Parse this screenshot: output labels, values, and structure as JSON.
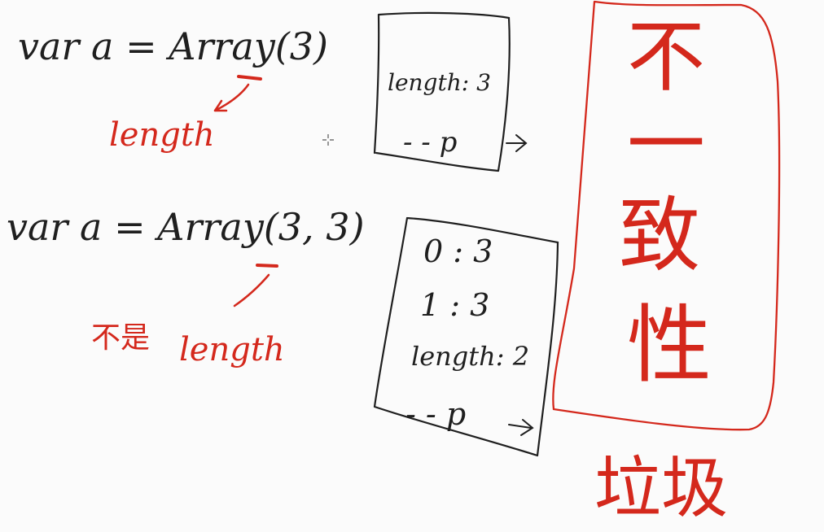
{
  "line1": {
    "code": "var a = Array(3)",
    "note": "length"
  },
  "line2": {
    "code": "var a = Array(3, 3)",
    "note_cjk": "不是",
    "note": "length"
  },
  "box1": {
    "length_row": "length: 3",
    "proto_row": "- - p"
  },
  "box2": {
    "rows": [
      "0 : 3",
      "1 : 3"
    ],
    "length_row": "length: 2",
    "proto_row": "- - p"
  },
  "side": {
    "chars": [
      "不",
      "一",
      "致",
      "性"
    ],
    "bottom": "垃圾"
  },
  "colors": {
    "ink": "#1f1f1f",
    "red": "#d4281c",
    "background": "#fbfbfb"
  },
  "cursor_icon": "crosshair-cursor-icon"
}
